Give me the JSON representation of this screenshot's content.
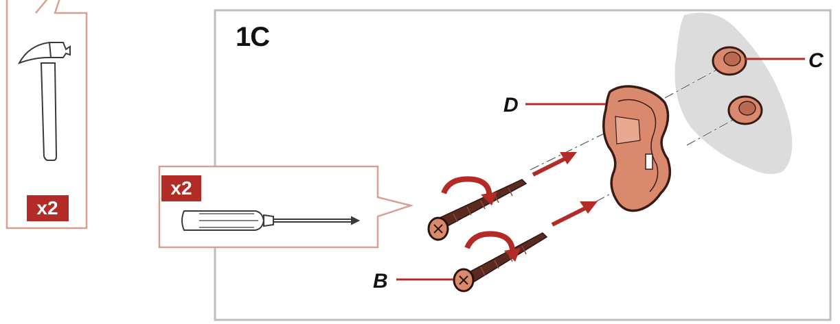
{
  "step": {
    "title": "1C"
  },
  "tools": {
    "hammer": {
      "qty": "x2",
      "icon": "hammer-icon"
    },
    "screwdriver": {
      "qty": "x2",
      "icon": "screwdriver-icon"
    }
  },
  "parts": {
    "b": "B",
    "c": "C",
    "d": "D"
  },
  "colors": {
    "accent": "#b22b26",
    "callout_border": "#d9a08f",
    "frame": "#bdbdbd",
    "part_fill": "#d98a6e",
    "part_stroke": "#3a1a14",
    "screw_dark": "#5a2a20",
    "wall": "#dcdcdc"
  }
}
